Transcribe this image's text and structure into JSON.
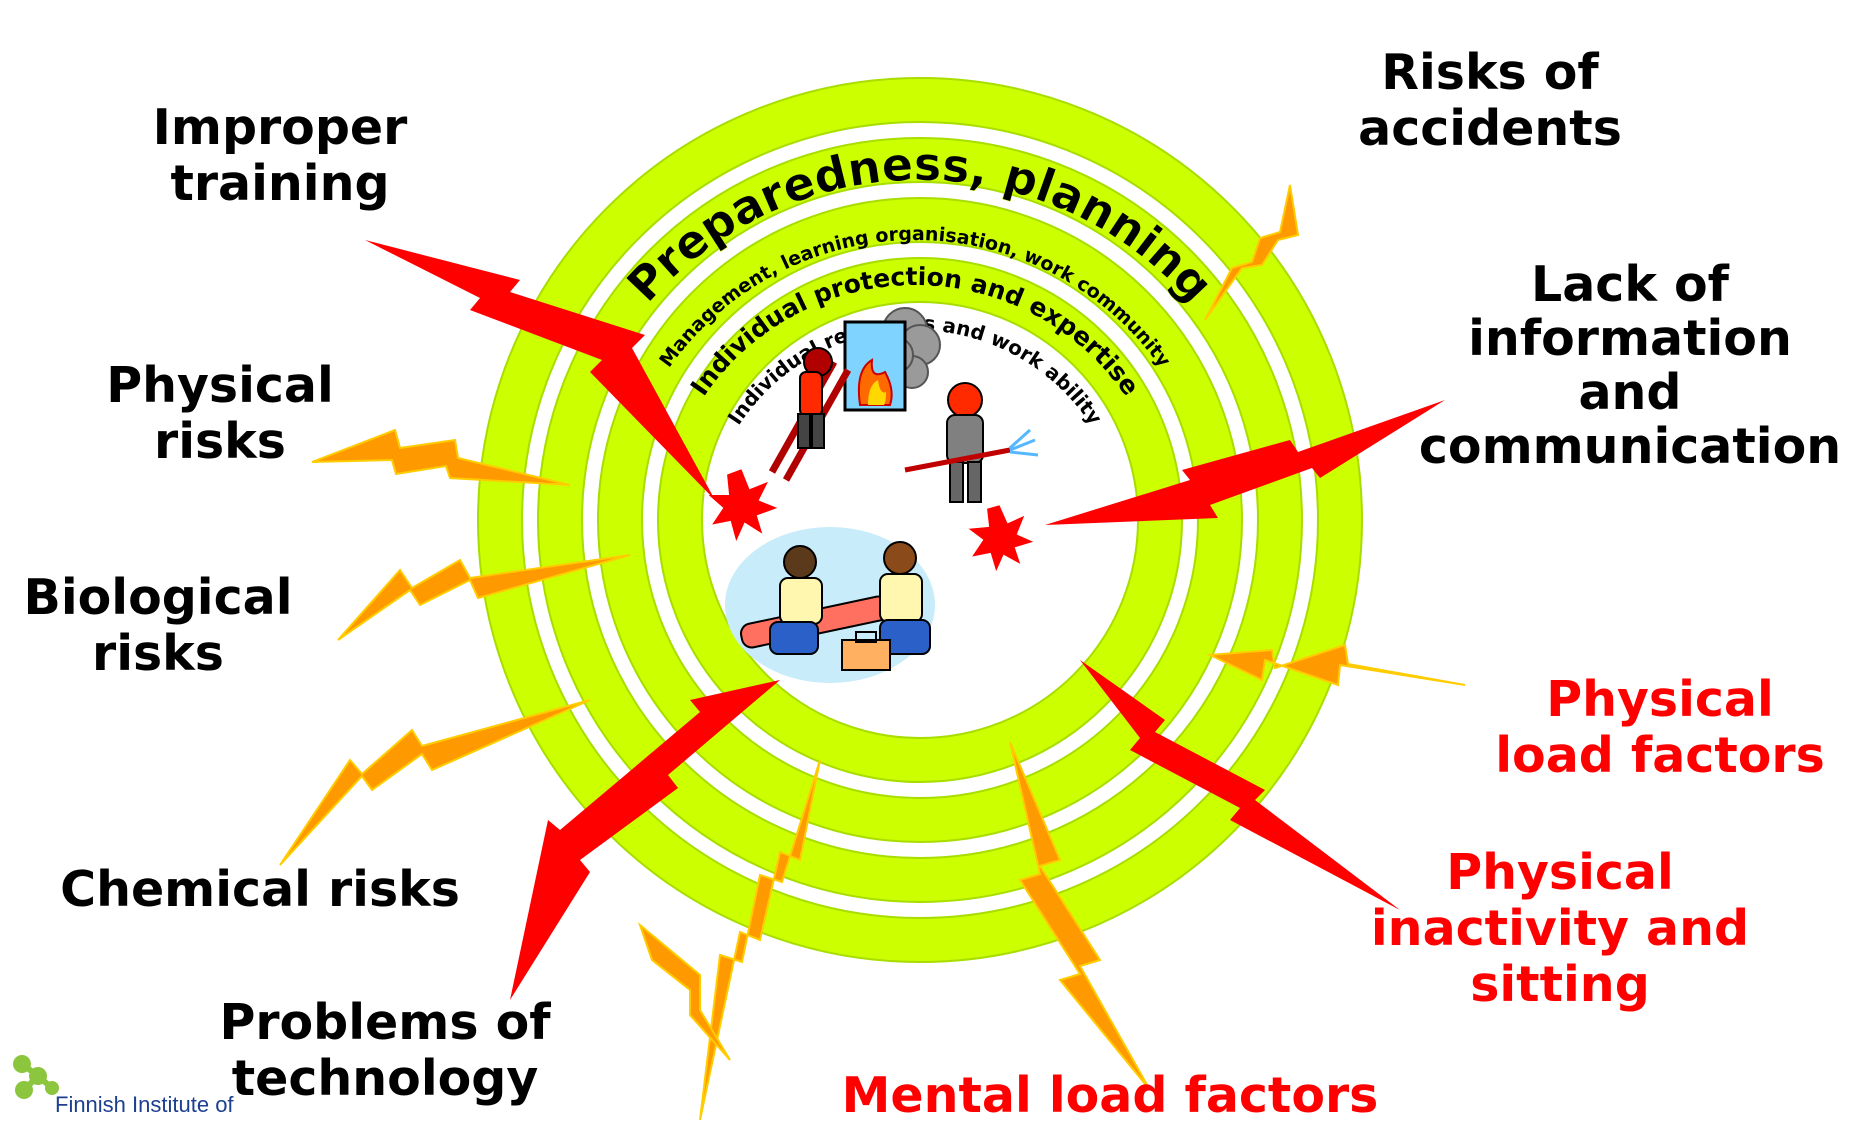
{
  "rings": {
    "outer_title": "Preparedness, planning",
    "ring2": "Management, learning organisation, work community",
    "ring3": "Individual protection and expertise",
    "ring4": "Individual resources and work ability"
  },
  "hazards_left": {
    "improper_training": [
      "Improper",
      "training"
    ],
    "physical_risks": [
      "Physical",
      "risks"
    ],
    "biological_risks": [
      "Biological",
      "risks"
    ],
    "chemical_risks": [
      "Chemical risks"
    ],
    "problems_technology": [
      "Problems of",
      "technology"
    ]
  },
  "hazards_right": {
    "risks_accidents": [
      "Risks of",
      "accidents"
    ],
    "lack_information": [
      "Lack of",
      "information",
      "and",
      "communication"
    ],
    "physical_load": [
      "Physical",
      "load factors"
    ],
    "physical_inactivity": [
      "Physical",
      "inactivity and",
      "sitting"
    ]
  },
  "hazards_bottom": {
    "mental_load": [
      "Mental load factors"
    ]
  },
  "logo": {
    "text": "Finnish Institute of"
  },
  "colors": {
    "ring_green": "#ccff00",
    "ring_stroke": "#9bd400",
    "bolt_red": "#ff0000",
    "bolt_orange": "#ff9900",
    "text_black": "#000000",
    "text_red": "#ff0000",
    "logo_blue": "#1d3f8f",
    "logo_green": "#8cc63f"
  },
  "icons": [
    "firefighter-on-ladder-icon",
    "window-fire-icon",
    "smoke-icon",
    "firefighter-with-hose-icon",
    "explosion-star-icon",
    "paramedics-helping-patient-icon",
    "first-aid-kit-icon"
  ]
}
